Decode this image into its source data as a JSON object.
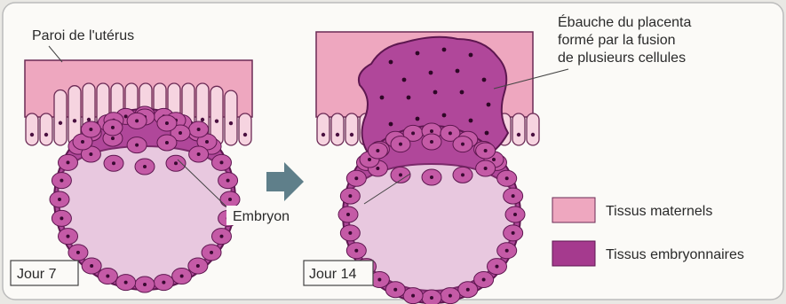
{
  "labels": {
    "uterus_wall": "Paroi de l'utérus",
    "placenta_line1": "Ébauche du placenta",
    "placenta_line2": "formé par la fusion",
    "placenta_line3": "de plusieurs cellules",
    "embryo": "Embryon",
    "day7": "Jour 7",
    "day14": "Jour 14"
  },
  "legend": {
    "maternal": "Tissus maternels",
    "embryonic": "Tissus embryonnaires"
  },
  "colors": {
    "maternal": "#eea7bf",
    "embryonic": "#a53a8e",
    "embryonic_light": "#c45aa6",
    "cavity": "#e8c8df",
    "panel": "#fbfaf7",
    "arrow": "#5f7f8a"
  }
}
